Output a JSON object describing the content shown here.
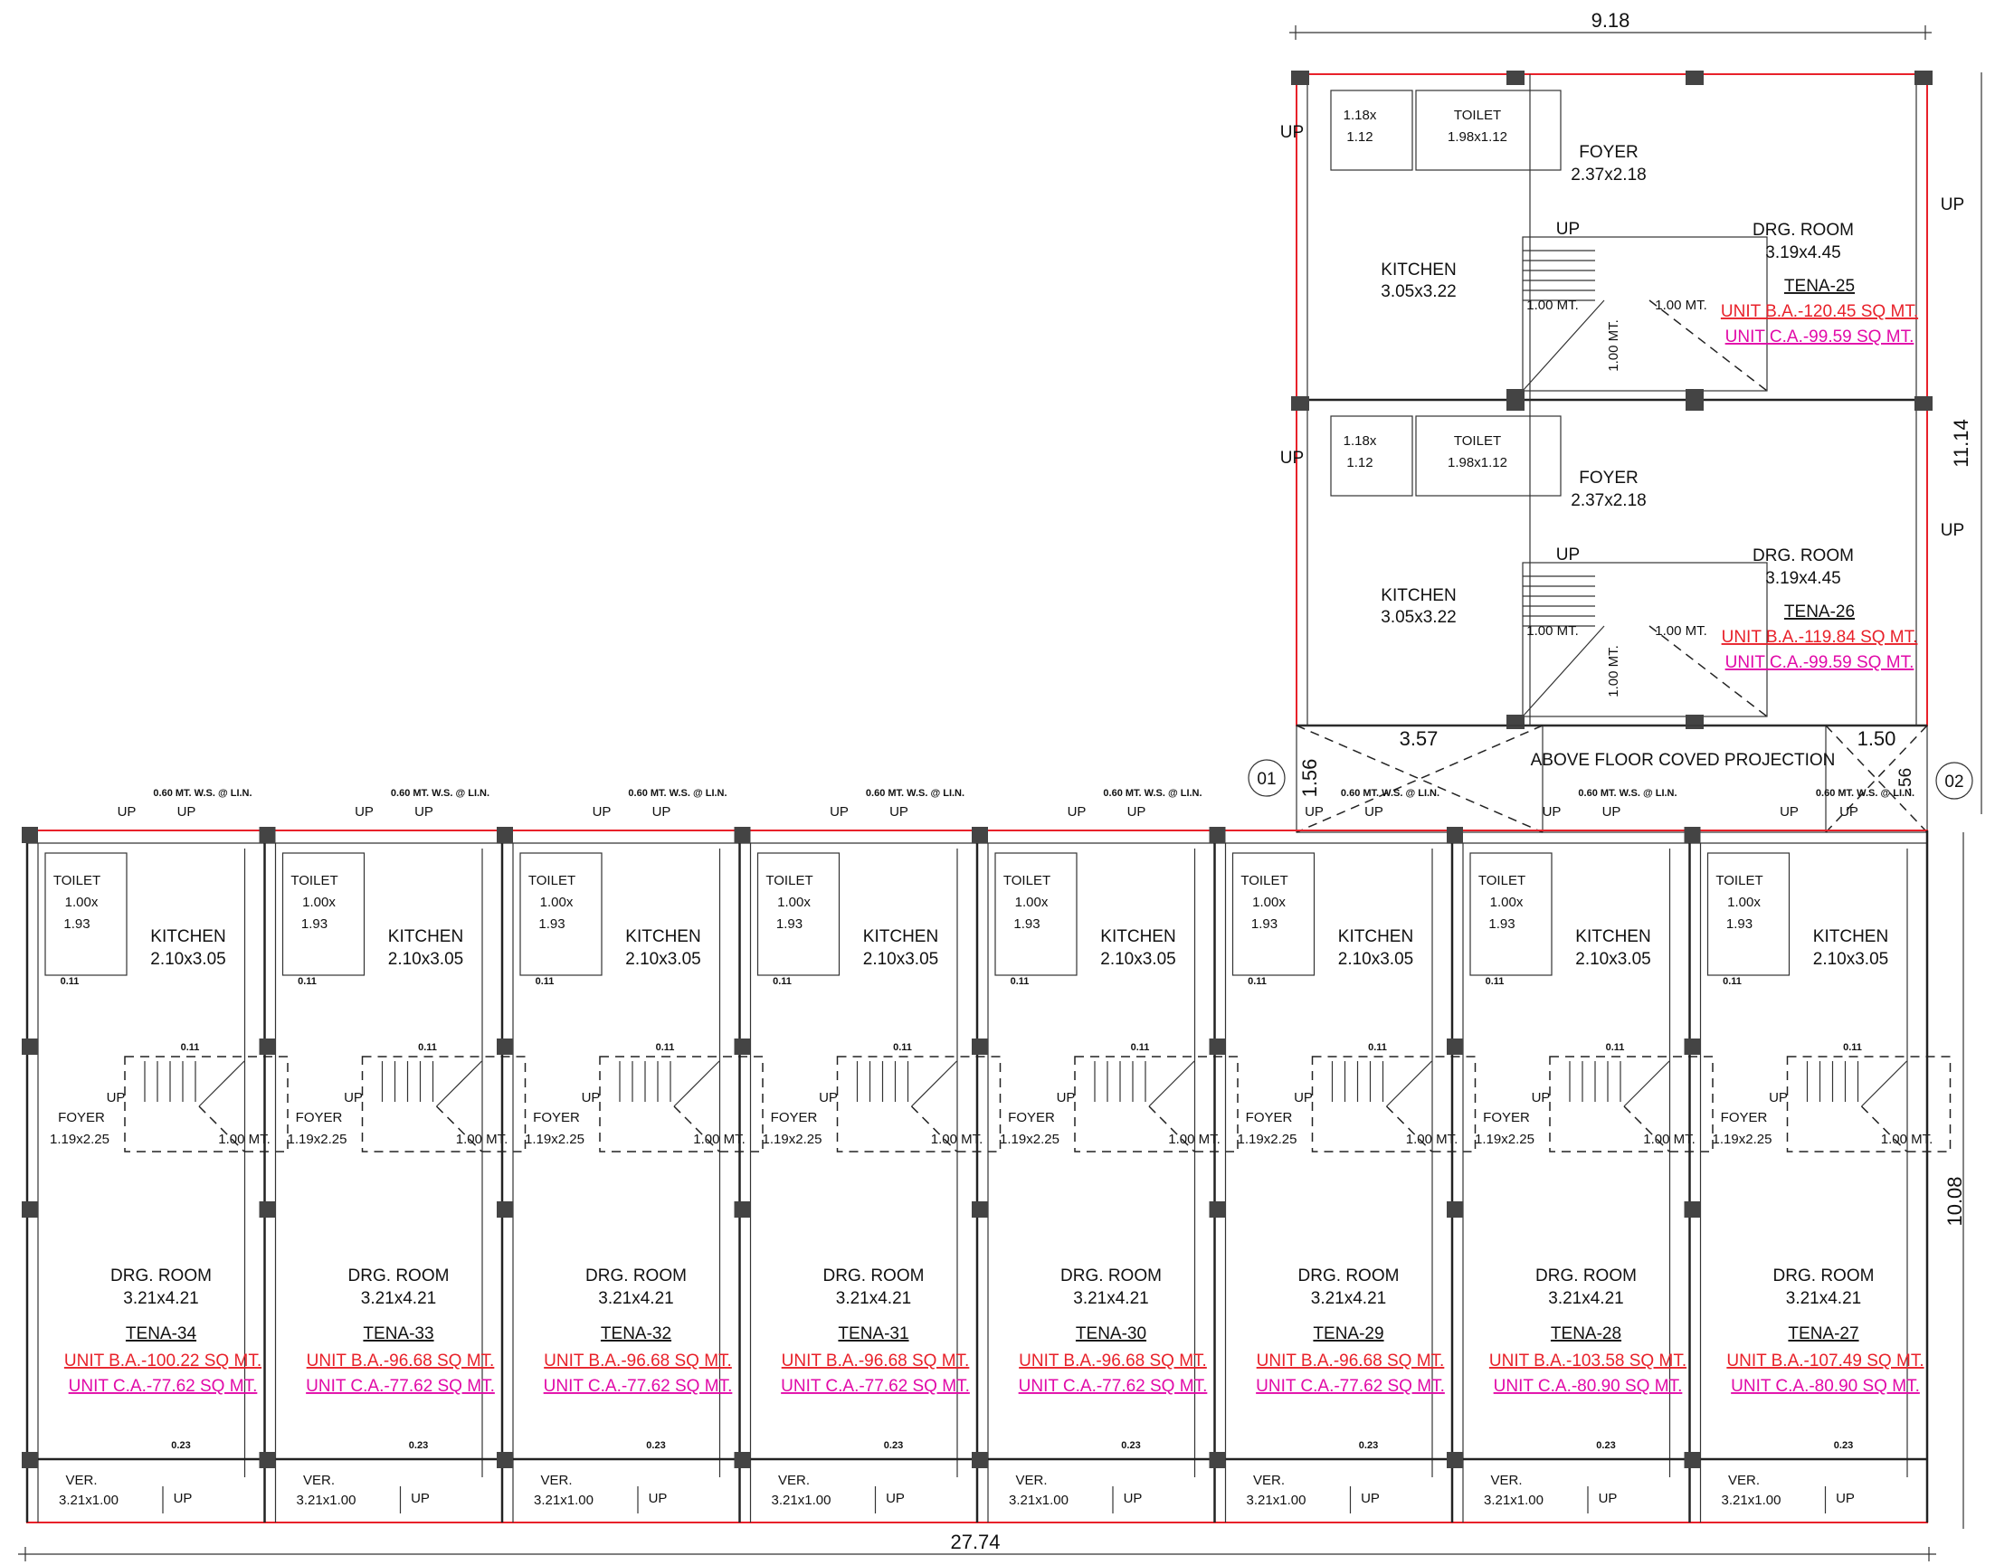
{
  "dimensions": {
    "top_width": "9.18",
    "top_height": "11.14",
    "bottom_width": "27.74",
    "bottom_height": "10.08",
    "proj_left": "3.57",
    "proj_right": "1.50",
    "proj_depth": "1.56",
    "proj_depth_right": ".56"
  },
  "grid_markers": [
    "01",
    "02"
  ],
  "projection_label": "ABOVE FLOOR COVED PROJECTION",
  "top_units": [
    {
      "small_room": "1.18x",
      "small_room_2": "1.12",
      "toilet": "TOILET",
      "toilet_size": "1.98x1.12",
      "foyer": "FOYER",
      "foyer_size": "2.37x2.18",
      "kitchen": "KITCHEN",
      "kitchen_size": "3.05x3.22",
      "drg": "DRG. ROOM",
      "drg_size": "3.19x4.45",
      "stair_1": "1.00 MT.",
      "stair_2": "1.00 MT.",
      "stair_3": "1.00 MT.",
      "up": "UP",
      "tena": "TENA-25",
      "ba": "UNIT B.A.-120.45 SQ MT.",
      "ca": "UNIT C.A.-99.59 SQ MT."
    },
    {
      "small_room": "1.18x",
      "small_room_2": "1.12",
      "toilet": "TOILET",
      "toilet_size": "1.98x1.12",
      "foyer": "FOYER",
      "foyer_size": "2.37x2.18",
      "kitchen": "KITCHEN",
      "kitchen_size": "3.05x3.22",
      "drg": "DRG. ROOM",
      "drg_size": "3.19x4.45",
      "stair_1": "1.00 MT.",
      "stair_2": "1.00 MT.",
      "stair_3": "1.00 MT.",
      "up": "UP",
      "tena": "TENA-26",
      "ba": "UNIT B.A.-119.84 SQ MT.",
      "ca": "UNIT C.A.-99.59 SQ MT."
    }
  ],
  "bottom_units": [
    {
      "tena": "TENA-34",
      "ba": "UNIT B.A.-100.22 SQ MT.",
      "ca": "UNIT C.A.-77.62 SQ MT."
    },
    {
      "tena": "TENA-33",
      "ba": "UNIT B.A.-96.68 SQ MT.",
      "ca": "UNIT C.A.-77.62 SQ MT."
    },
    {
      "tena": "TENA-32",
      "ba": "UNIT B.A.-96.68 SQ MT.",
      "ca": "UNIT C.A.-77.62 SQ MT."
    },
    {
      "tena": "TENA-31",
      "ba": "UNIT B.A.-96.68 SQ MT.",
      "ca": "UNIT C.A.-77.62 SQ MT."
    },
    {
      "tena": "TENA-30",
      "ba": "UNIT B.A.-96.68 SQ MT.",
      "ca": "UNIT C.A.-77.62 SQ MT."
    },
    {
      "tena": "TENA-29",
      "ba": "UNIT B.A.-96.68 SQ MT.",
      "ca": "UNIT C.A.-77.62 SQ MT."
    },
    {
      "tena": "TENA-28",
      "ba": "UNIT B.A.-103.58 SQ MT.",
      "ca": "UNIT C.A.-80.90 SQ MT."
    },
    {
      "tena": "TENA-27",
      "ba": "UNIT B.A.-107.49 SQ MT.",
      "ca": "UNIT C.A.-80.90 SQ MT."
    }
  ],
  "bottom_common": {
    "toilet": "TOILET",
    "toilet_size_1": "1.00x",
    "toilet_size_2": "1.93",
    "kitchen": "KITCHEN",
    "kitchen_size": "2.10x3.05",
    "foyer": "FOYER",
    "foyer_size": "1.19x2.25",
    "stair": "1.00 MT.",
    "drg": "DRG. ROOM",
    "drg_size": "3.21x4.21",
    "ver": "VER.",
    "ver_size": "3.21x1.00",
    "up": "UP",
    "wall_023": "0.23",
    "wall_011": "0.11",
    "window_note": "0.60 MT. W.S. @ LI.N."
  },
  "colors": {
    "outline": "#e8212a",
    "ba_text": "#e8212a",
    "ca_text": "#e10aa8"
  }
}
